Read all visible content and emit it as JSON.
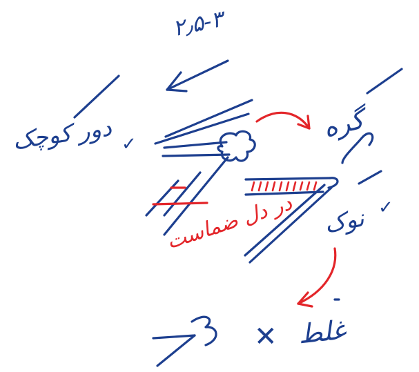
{
  "texts": {
    "range": "۲٫۵-۳",
    "size_label": "دور کوچک",
    "tick_1": "✓",
    "knot_label": "گره",
    "tip_label": "نوک",
    "tick_2": "✓",
    "inside_label": "در دل ضماست",
    "wrong_label": "غلط",
    "wrong_mark": "✕"
  },
  "colors": {
    "ink_blue": "#1d3f8f",
    "ink_red": "#e3262a",
    "background": "#ffffff"
  }
}
